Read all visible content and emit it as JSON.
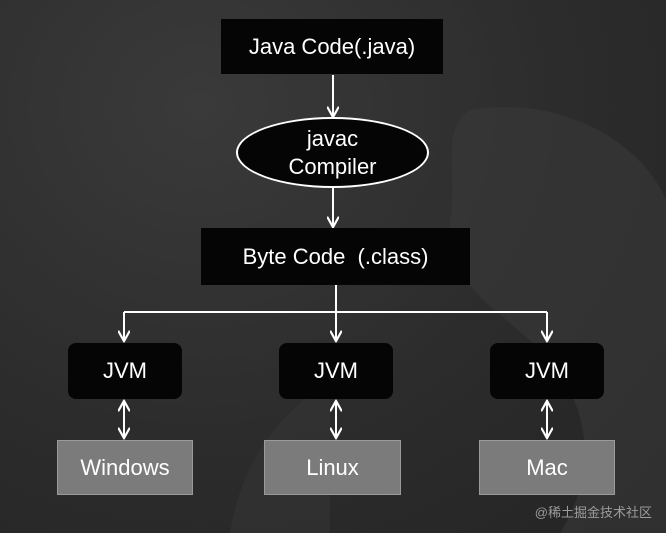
{
  "source": {
    "label": "Java Code(.java)"
  },
  "compiler": {
    "line1": "javac",
    "line2": "Compiler"
  },
  "bytecode": {
    "label": "Byte Code  (.class)"
  },
  "jvms": [
    {
      "label": "JVM"
    },
    {
      "label": "JVM"
    },
    {
      "label": "JVM"
    }
  ],
  "platforms": [
    {
      "label": "Windows"
    },
    {
      "label": "Linux"
    },
    {
      "label": "Mac"
    }
  ],
  "watermark": "@稀土掘金技术社区",
  "colors": {
    "background": "#2d2d2d",
    "node_dark": "#050505",
    "node_gray": "#7b7b7b",
    "connector": "#ffffff"
  }
}
